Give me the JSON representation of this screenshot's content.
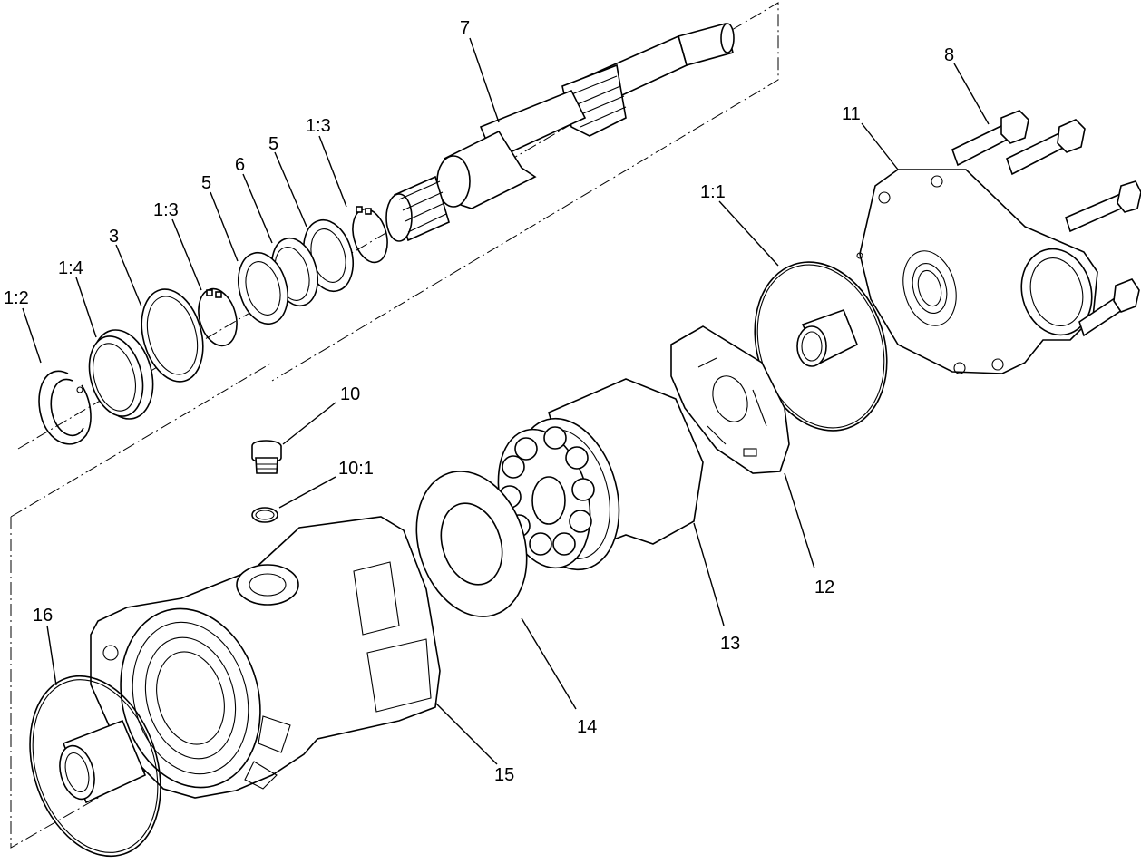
{
  "callouts": {
    "c7": "7",
    "c8": "8",
    "c11": "11",
    "c1_3a": "1:3",
    "c5a": "5",
    "c6": "6",
    "c5b": "5",
    "c1_3b": "1:3",
    "c3": "3",
    "c1_4": "1:4",
    "c1_2": "1:2",
    "c1_1": "1:1",
    "c10": "10",
    "c10_1": "10:1",
    "c12": "12",
    "c13": "13",
    "c14": "14",
    "c15": "15",
    "c16": "16"
  }
}
